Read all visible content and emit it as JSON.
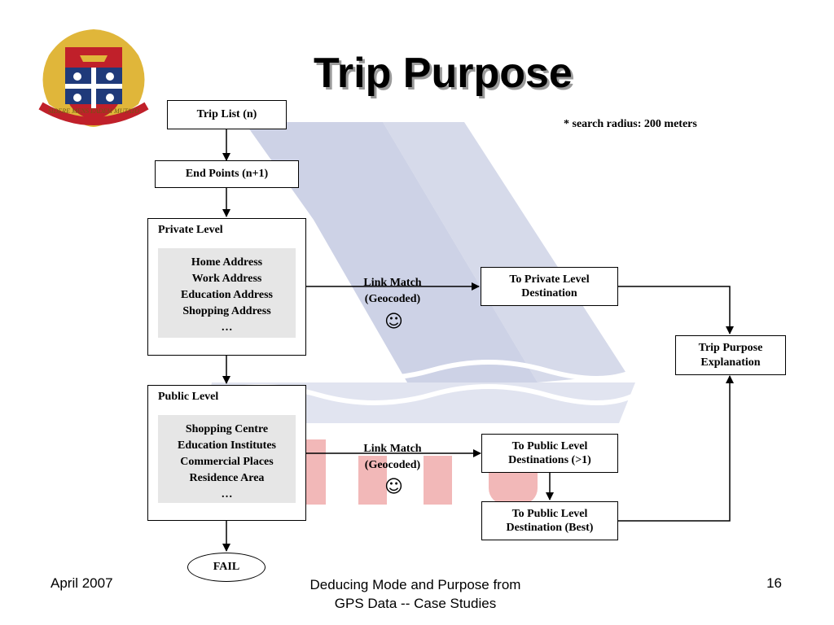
{
  "slide": {
    "title": "Trip Purpose",
    "note": "* search radius: 200 meters",
    "footer_left": "April 2007",
    "footer_center_line1": "Deducing Mode and Purpose from",
    "footer_center_line2": "GPS Data -- Case Studies",
    "footer_right": "16"
  },
  "logo": {
    "motto": "SIDERE MENS EADEM MUTATO",
    "colors": {
      "shield_blue": "#1f3a7a",
      "shield_red": "#c0202a",
      "gold": "#e0b63a"
    }
  },
  "flow": {
    "trip_list": "Trip List (n)",
    "end_points": "End Points (n+1)",
    "private_level": {
      "title": "Private Level",
      "items": [
        "Home Address",
        "Work Address",
        "Education Address",
        "Shopping Address",
        "…"
      ]
    },
    "public_level": {
      "title": "Public Level",
      "items": [
        "Shopping Centre",
        "Education Institutes",
        "Commercial Places",
        "Residence Area",
        "…"
      ]
    },
    "link_private": {
      "line1": "Link Match",
      "line2": "(Geocoded)",
      "icon": "smiley-icon"
    },
    "link_public": {
      "line1": "Link Match",
      "line2": "(Geocoded)",
      "icon": "smiley-icon"
    },
    "to_private_line1": "To Private Level",
    "to_private_line2": "Destination",
    "to_public_multi_line1": "To Public Level",
    "to_public_multi_line2": "Destinations (>1)",
    "to_public_best_line1": "To Public Level",
    "to_public_best_line2": "Destination (Best)",
    "trip_purpose_line1": "Trip Purpose",
    "trip_purpose_line2": "Explanation",
    "fail": "FAIL"
  },
  "colors": {
    "watermark": "#c8cde3",
    "watermark_red": "#f2b8b8"
  }
}
